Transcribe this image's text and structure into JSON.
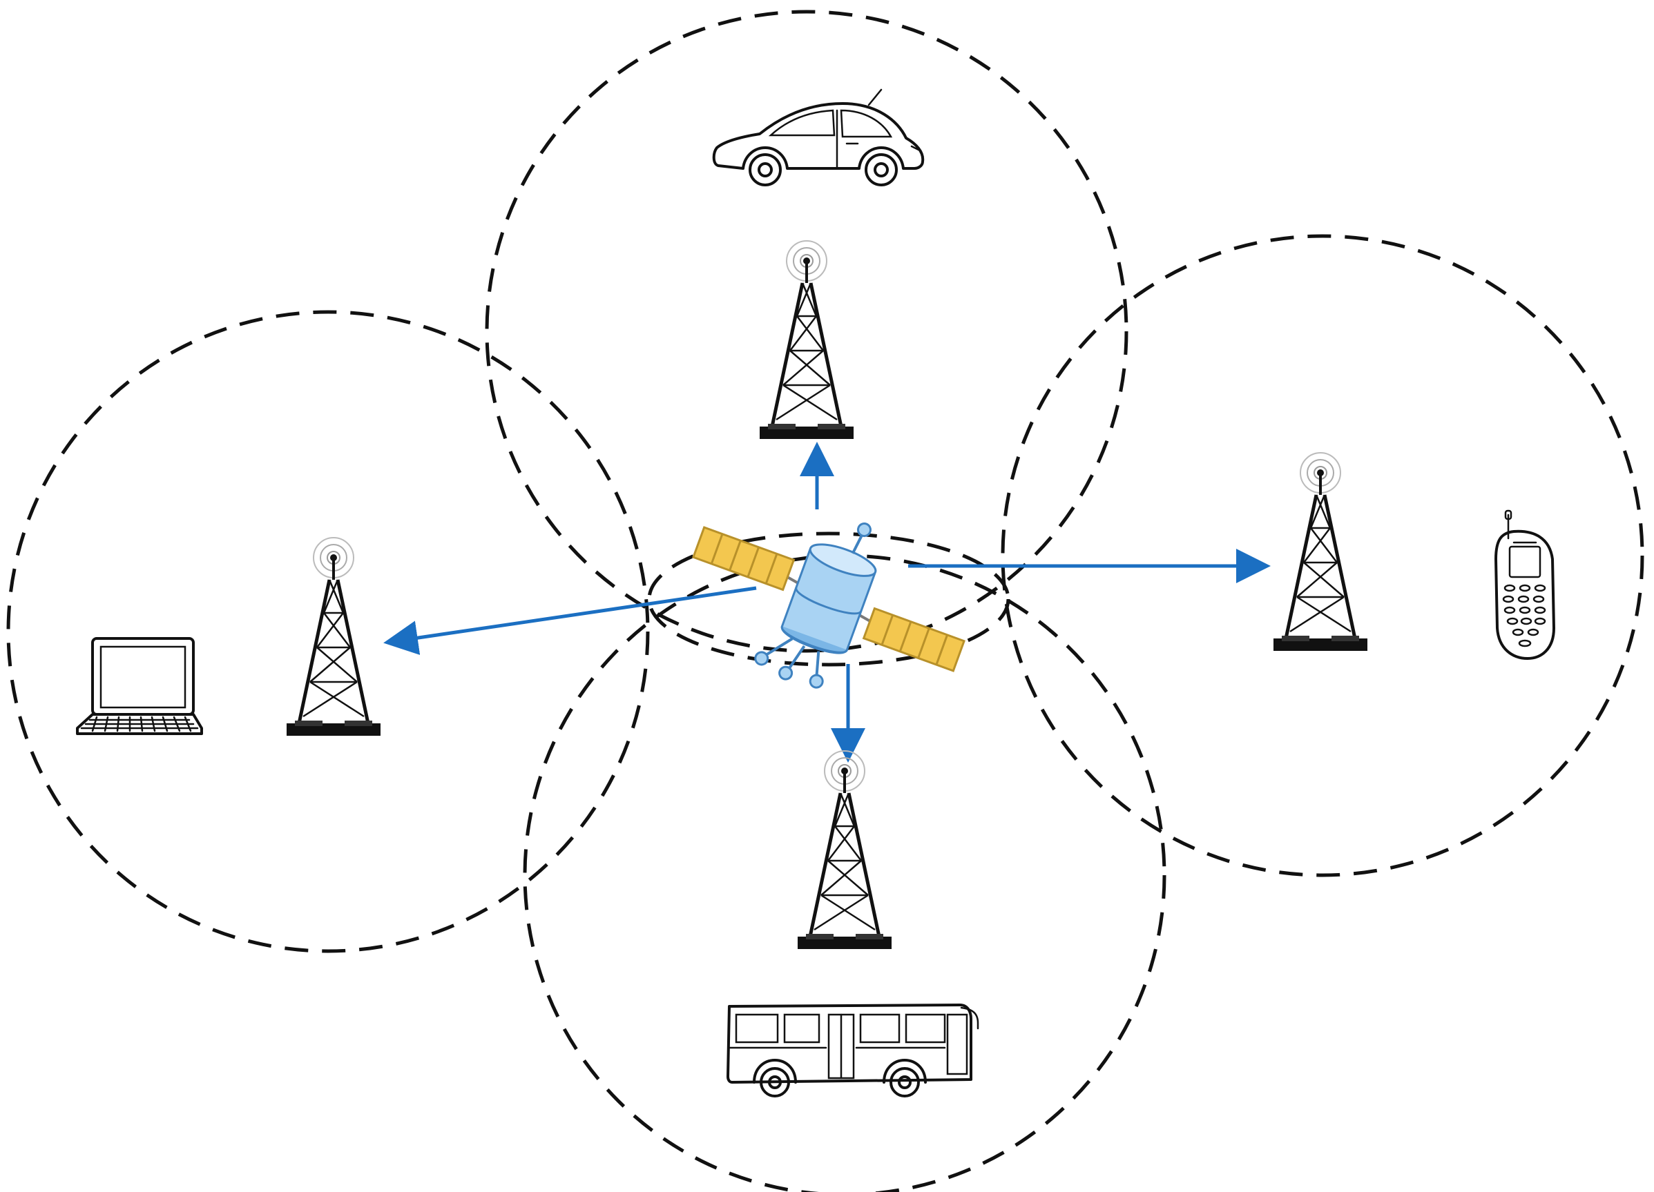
{
  "colors": {
    "link": "#1b6fc2",
    "coverage_stroke": "#111111",
    "satellite_body": "#a9d3f3",
    "satellite_panel": "#f3c74f",
    "background": "#ffffff"
  },
  "nodes": {
    "satellite": {
      "icon": "satellite-icon"
    },
    "towers": [
      {
        "id": "tower-top",
        "icon": "cell-tower-icon"
      },
      {
        "id": "tower-left",
        "icon": "cell-tower-icon"
      },
      {
        "id": "tower-right",
        "icon": "cell-tower-icon"
      },
      {
        "id": "tower-bottom",
        "icon": "cell-tower-icon"
      }
    ],
    "devices": [
      {
        "id": "car",
        "icon": "car-icon"
      },
      {
        "id": "laptop",
        "icon": "laptop-icon"
      },
      {
        "id": "mobile-phone",
        "icon": "mobile-phone-icon"
      },
      {
        "id": "bus",
        "icon": "bus-icon"
      }
    ]
  },
  "coverage_areas": [
    "top",
    "left",
    "right",
    "bottom",
    "satellite"
  ],
  "links": [
    {
      "from": "satellite",
      "to": "tower-top"
    },
    {
      "from": "satellite",
      "to": "tower-left"
    },
    {
      "from": "satellite",
      "to": "tower-right"
    },
    {
      "from": "satellite",
      "to": "tower-bottom"
    }
  ]
}
